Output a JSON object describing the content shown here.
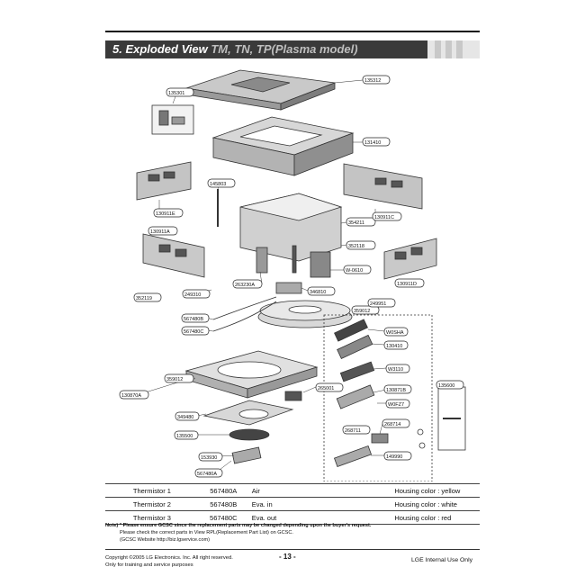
{
  "header": {
    "title": "5. Exploded View",
    "subtitle": "TM, TN, TP(Plasma model)"
  },
  "parts": {
    "p1": "135312",
    "p2": "135301",
    "p3": "131410",
    "p4": "145803",
    "p5": "130911E",
    "p6": "130911A",
    "p7": "352118",
    "p8": "354211",
    "p9": "130911C",
    "p10": "W-0610",
    "p11": "130911D",
    "p12": "352119",
    "p13": "249310",
    "p14": "263230A",
    "p15": "346810",
    "p16": "567480B",
    "p17": "567480C",
    "p18": "359012",
    "p19": "249951",
    "p20": "W0SHA",
    "p21": "130410",
    "p22": "W3110",
    "p23": "130871B",
    "p24": "359012",
    "p25": "W0FZ7",
    "p26": "149990",
    "p27": "268711",
    "p28": "268714",
    "p29": "349480",
    "p30": "135500",
    "p31": "153930",
    "p32": "567480A",
    "p33": "135600",
    "p34": "265001",
    "p35": "130870A"
  },
  "thermistors": [
    {
      "name": "Thermistor 1",
      "code": "567480A",
      "location": "Air",
      "color": "Housing color : yellow"
    },
    {
      "name": "Thermistor 2",
      "code": "567480B",
      "location": "Eva. in",
      "color": "Housing color : white"
    },
    {
      "name": "Thermistor 3",
      "code": "567480C",
      "location": "Eva. out",
      "color": "Housing color : red"
    }
  ],
  "note": {
    "line1": "Note) * Please ensure GCSC since the replacement parts may be changed depending upon the buyer's request.",
    "line2": "Please check the correct parts in View RPL(Replacement Part List) on GCSC.",
    "line3": "(GCSC Website http://biz.lgservice.com)"
  },
  "footer": {
    "copyright": "Copyright ©2005 LG Electronics. Inc. All right reserved.",
    "training": "Only for training and service purposes",
    "page": "- 13 -",
    "internal": "LGE Internal Use Only"
  }
}
